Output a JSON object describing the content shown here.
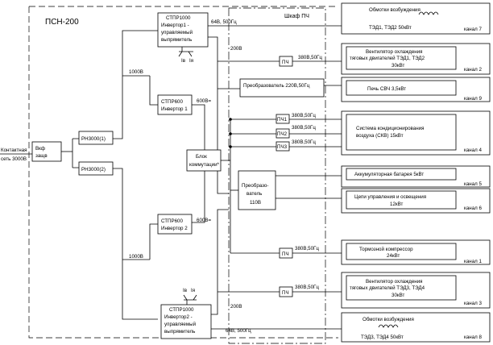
{
  "title": "ПСН-200",
  "cabinet_label": "Шкаф ПЧ",
  "source": {
    "line1": "Контактная",
    "line2": "сеть 3000В"
  },
  "fuse": {
    "line1": "Вкф",
    "line2": "защв"
  },
  "rn1": "РН3000(1)",
  "rn2": "РН3000(2)",
  "v1000_top": "1000В",
  "v1000_bot": "1000В",
  "stpr1000_top": {
    "l1": "СТПР1000",
    "l2": "Инвертор1 -",
    "l3": "управляемый",
    "l4": "выпрямитель"
  },
  "stpr600_top": {
    "l1": "СТПР600",
    "l2": "Инвертор 1"
  },
  "stpr600_bot": {
    "l1": "СТПР600",
    "l2": "Инвертор 2"
  },
  "stpr1000_bot": {
    "l1": "СТПР1000",
    "l2": "Инвертор2 -",
    "l3": "управляемый",
    "l4": "выпрямитель"
  },
  "blok": {
    "l1": "Блок",
    "l2": "коммутации*"
  },
  "conv220": "Преобразователь 220В,50Гц",
  "conv110": {
    "l1": "Преобразо-",
    "l2": "ватель",
    "l3": "110В"
  },
  "labels": {
    "v64_top": "64В, 500Гц",
    "v64_bot": "64В, 500Гц",
    "v200_top": "200В",
    "v200_bot": "200В",
    "v600_top": "600В=",
    "v600_bot": "600В=",
    "ia_top": "Iв",
    "ia_top2": "Iя",
    "ia_bot": "Iв",
    "ia_bot2": "Iя",
    "f380_1": "380В,50Гц",
    "f380_2": "380В,50Гц",
    "f380_3": "380В,50Гц",
    "f380_4": "380В,50Гц",
    "f380_5": "380В,50Гц",
    "f380_6": "380В,50Гц"
  },
  "pch": [
    "ПЧ",
    "ПЧ1",
    "ПЧ2",
    "ПЧ3",
    "ПЧ",
    "ПЧ"
  ],
  "loads": {
    "k7": {
      "l1": "Обмотки возбуждения",
      "l2": "ТЭД1, ТЭД2  50кВт",
      "ch": "канал 7"
    },
    "k2": {
      "l1": "Вентилятор охлаждения",
      "l2": "тяговых двигателей ТЭД1, ТЭД2",
      "l3": "30кВт",
      "ch": "канал 2"
    },
    "k9": {
      "l1": "Печь СВЧ 3,5кВт",
      "ch": "канал 9"
    },
    "k4": {
      "l1": "Система   кондиционирования",
      "l2": "воздуха  (СКВ)        15кВт",
      "ch": "канал 4"
    },
    "k5": {
      "l1": "Аккумуляторная батарея 5кВт",
      "ch": "канал 5"
    },
    "k6": {
      "l1": "Цепи управления и освещения",
      "l2": "12кВт",
      "ch": "канал 6"
    },
    "k1": {
      "l1": "Тормозной компрессор",
      "l2": "24кВт",
      "ch": "канал 1"
    },
    "k3": {
      "l1": "Вентилятор охлаждения",
      "l2": "тяговых двигателей ТЭД3, ТЭД4",
      "l3": "30кВт",
      "ch": "канал 3"
    },
    "k8": {
      "l1": "Обмотки   возбуждения",
      "l2": "ТЭД3, ТЭД4 50кВт",
      "ch": "канал 8"
    }
  }
}
